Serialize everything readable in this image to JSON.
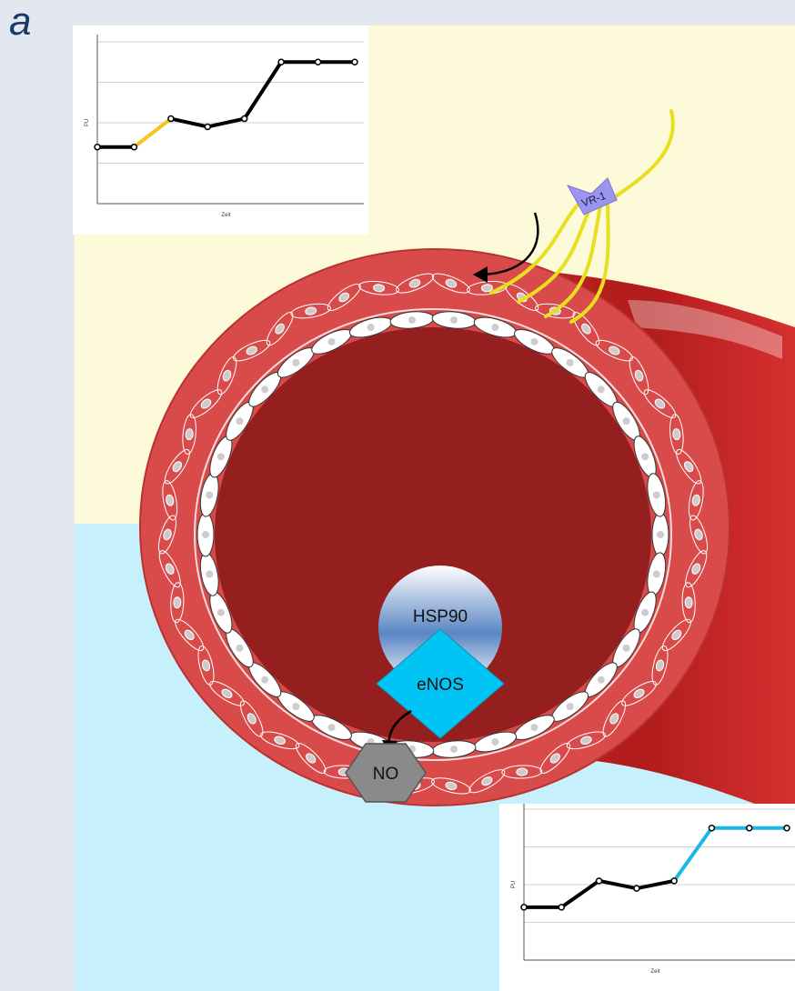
{
  "panel_label": "a",
  "labels": {
    "receptor": "VR-1",
    "chaperone": "HSP90",
    "enzyme": "eNOS",
    "product": "NO"
  },
  "colors": {
    "background": "#e3e8f0",
    "upper_zone": "#fcfad8",
    "lower_zone": "#c6f0fc",
    "vessel_wall": "#d94b4b",
    "lumen": "#951f1f",
    "nerve_fiber": "#e6e01e",
    "receptor": "#9c95f0",
    "enos": "#00c4f4",
    "no_hexagon": "#8a8a8a",
    "series_top_highlight": "#f2c51c",
    "series_bottom_highlight": "#1ab8e6"
  },
  "chart_data": [
    {
      "type": "line",
      "position": "top-left",
      "xlabel": "Zeit",
      "ylabel": "PU",
      "ylim": [
        0,
        4
      ],
      "grid": true,
      "series": [
        {
          "values": [
            1.4,
            1.4,
            2.1,
            1.9,
            2.1,
            3.5,
            3.5,
            3.5
          ],
          "highlight_segment": [
            1,
            2
          ],
          "highlight_color": "#f2c51c"
        }
      ]
    },
    {
      "type": "line",
      "position": "bottom-right",
      "xlabel": "Zeit",
      "ylabel": "PU",
      "ylim": [
        0,
        4
      ],
      "grid": true,
      "series": [
        {
          "values": [
            1.4,
            1.4,
            2.1,
            1.9,
            2.1,
            3.5,
            3.5,
            3.5
          ],
          "highlight_segment": [
            4,
            7
          ],
          "highlight_color": "#1ab8e6"
        }
      ]
    }
  ]
}
